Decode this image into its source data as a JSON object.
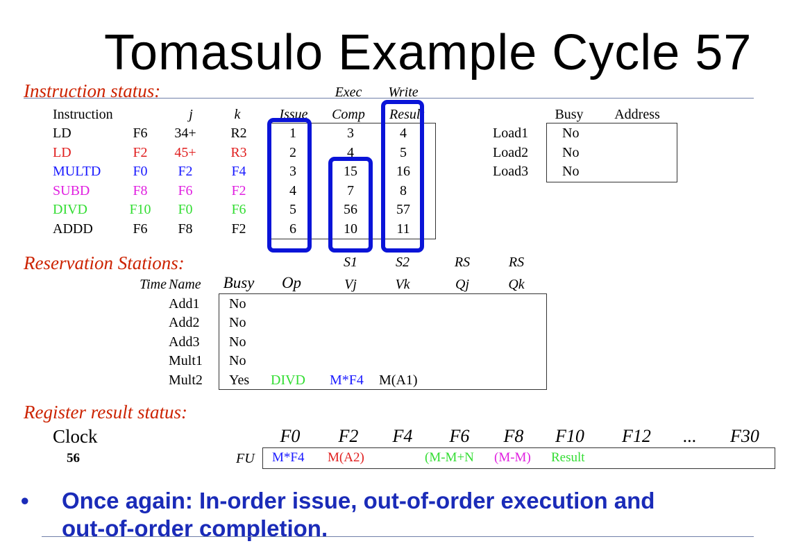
{
  "title": "Tomasulo Example Cycle 57",
  "colors": {
    "black": "#000000",
    "red": "#e01e1e",
    "blue": "#1a1aff",
    "magenta": "#e020e0",
    "green": "#33dd33",
    "highlight": "#0a14d8",
    "section": "#cc2200"
  },
  "instruction_status": {
    "label": "Instruction status:",
    "headers": {
      "instruction": "Instruction",
      "j": "j",
      "k": "k",
      "exec_top": "Exec",
      "write_top": "Write",
      "issue": "Issue",
      "comp": "Comp",
      "result": "Result"
    },
    "rows": [
      {
        "op": "LD",
        "dest": "F6",
        "j": "34+",
        "k": "R2",
        "issue": "1",
        "comp": "3",
        "result": "4",
        "color": "black"
      },
      {
        "op": "LD",
        "dest": "F2",
        "j": "45+",
        "k": "R3",
        "issue": "2",
        "comp": "4",
        "result": "5",
        "color": "red"
      },
      {
        "op": "MULTD",
        "dest": "F0",
        "j": "F2",
        "k": "F4",
        "issue": "3",
        "comp": "15",
        "result": "16",
        "color": "blue"
      },
      {
        "op": "SUBD",
        "dest": "F8",
        "j": "F6",
        "k": "F2",
        "issue": "4",
        "comp": "7",
        "result": "8",
        "color": "magenta"
      },
      {
        "op": "DIVD",
        "dest": "F10",
        "j": "F0",
        "k": "F6",
        "issue": "5",
        "comp": "56",
        "result": "57",
        "color": "green"
      },
      {
        "op": "ADDD",
        "dest": "F6",
        "j": "F8",
        "k": "F2",
        "issue": "6",
        "comp": "10",
        "result": "11",
        "color": "black"
      }
    ]
  },
  "load_buffers": {
    "headers": {
      "busy": "Busy",
      "address": "Address"
    },
    "rows": [
      {
        "name": "Load1",
        "busy": "No"
      },
      {
        "name": "Load2",
        "busy": "No"
      },
      {
        "name": "Load3",
        "busy": "No"
      }
    ]
  },
  "reservation_stations": {
    "label": "Reservation Stations:",
    "headers": {
      "s1": "S1",
      "s2": "S2",
      "rs1": "RS",
      "rs2": "RS",
      "time": "Time",
      "name": "Name",
      "busy": "Busy",
      "op": "Op",
      "vj": "Vj",
      "vk": "Vk",
      "qj": "Qj",
      "qk": "Qk"
    },
    "rows": [
      {
        "name": "Add1",
        "busy": "No",
        "op": "",
        "vj": "",
        "vk": ""
      },
      {
        "name": "Add2",
        "busy": "No",
        "op": "",
        "vj": "",
        "vk": ""
      },
      {
        "name": "Add3",
        "busy": "No",
        "op": "",
        "vj": "",
        "vk": ""
      },
      {
        "name": "Mult1",
        "busy": "No",
        "op": "",
        "vj": "",
        "vk": ""
      },
      {
        "name": "Mult2",
        "busy": "Yes",
        "op": "DIVD",
        "vj": "M*F4",
        "vk": "M(A1)"
      }
    ]
  },
  "register_status": {
    "label": "Register result status:",
    "clock_label": "Clock",
    "clock_value": "56",
    "fu_label": "FU",
    "registers": [
      "F0",
      "F2",
      "F4",
      "F6",
      "F8",
      "F10",
      "F12",
      "...",
      "F30"
    ],
    "values": [
      {
        "text": "M*F4",
        "color": "blue"
      },
      {
        "text": "M(A2)",
        "color": "red"
      },
      {
        "text": "",
        "color": "black"
      },
      {
        "text": "(M-M+N",
        "color": "green"
      },
      {
        "text": "(M-M)",
        "color": "magenta"
      },
      {
        "text": "Result",
        "color": "green"
      }
    ]
  },
  "bullet": {
    "line1": "Once again: In-order issue, out-of-order execution and",
    "line2": "out-of-order completion."
  }
}
